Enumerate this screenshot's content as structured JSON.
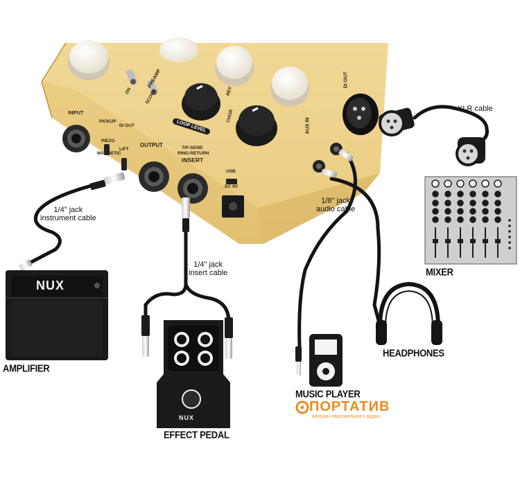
{
  "labels": {
    "instrument_cable": "1/4\" jack\ninstrument cable",
    "insert_cable": "1/4\" jack\ninsert cable",
    "audio_cable": "1/8\" jack\naudio cable",
    "xlr_cable": "XLR cable"
  },
  "devices": {
    "amplifier": "AMPLIFIER",
    "effect_pedal": "EFFECT PEDAL",
    "music_player": "MUSIC PLAYER",
    "headphones": "HEADPHONES",
    "mixer": "MIXER"
  },
  "panel": {
    "input": "INPUT",
    "pickup": "PICKUP",
    "di_out_switch": "DI OUT",
    "piezo": "PIEZO",
    "magnetic": "MAGNETIC",
    "lift": "LIFT",
    "output": "OUTPUT",
    "insert_tip": "TIP:SEND",
    "insert_ring": "RING:RETURN",
    "insert": "INSERT",
    "usb": "USB",
    "dc": "DC 9V",
    "aux_in": "AUX IN",
    "di_out": "DI OUT",
    "loop_level": "LOOP LEVEL",
    "preamp": "PREAMP",
    "scoop": "SCOOP",
    "on": "ON",
    "chorus": "CHOR",
    "reverb": "REV"
  },
  "brand": {
    "amp": "NUX",
    "pedal": "NUX"
  },
  "watermark": {
    "name": "ПОРТАТИВ",
    "tagline": "магазин персонального аудио"
  },
  "colors": {
    "pedal_body": "#ecd08a",
    "pedal_shadow": "#d9b96a",
    "knob_cream": "#f4efe3",
    "cable": "#141414",
    "accent": "#ef8a1d"
  }
}
